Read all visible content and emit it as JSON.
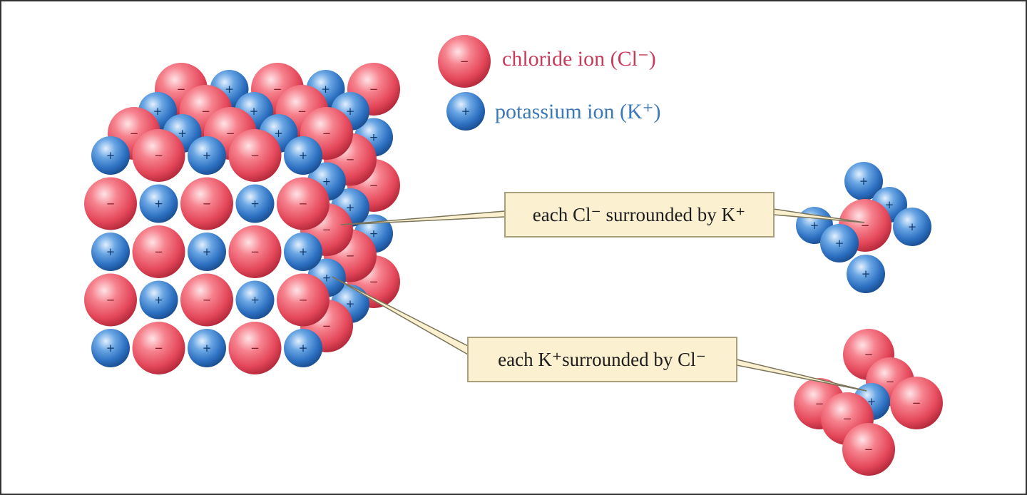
{
  "legend": {
    "chloride": "chloride ion (Cl⁻)",
    "potassium": "potassium ion (K⁺)"
  },
  "callouts": {
    "cl_surrounded": "each Cl⁻ surrounded by K⁺",
    "k_surrounded": "each K⁺surrounded by Cl⁻"
  },
  "symbols": {
    "anion": "−",
    "cation": "+"
  },
  "colors": {
    "chloride": "#e8495a",
    "potassium": "#2f74c2",
    "chloride_text": "#c83a5a",
    "potassium_text": "#3a78b8",
    "callout_fill": "#fbf0cf",
    "callout_border": "#a7a07a",
    "frame": "#333333"
  }
}
